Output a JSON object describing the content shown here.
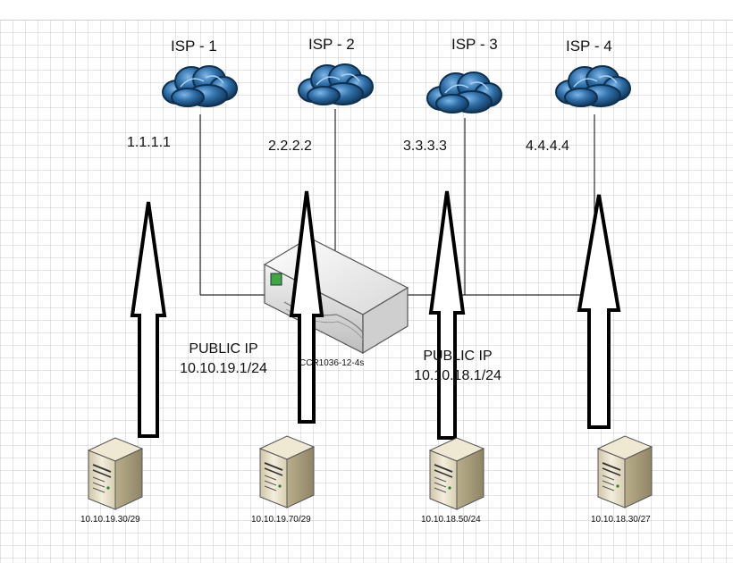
{
  "isps": [
    {
      "name": "ISP - 1",
      "ip": "1.1.1.1"
    },
    {
      "name": "ISP - 2",
      "ip": "2.2.2.2"
    },
    {
      "name": "ISP - 3",
      "ip": "3.3.3.3"
    },
    {
      "name": "ISP - 4",
      "ip": "4.4.4.4"
    }
  ],
  "router": {
    "label": "CCR1036-12-4s"
  },
  "public_ips": [
    {
      "title": "PUBLIC IP",
      "subnet": "10.10.19.1/24"
    },
    {
      "title": "PUBLIC IP",
      "subnet": "10.10.18.1/24"
    }
  ],
  "servers": [
    {
      "ip": "10.10.19.30/29"
    },
    {
      "ip": "10.10.19.70/29"
    },
    {
      "ip": "10.10.18.50/24"
    },
    {
      "ip": "10.10.18.30/27"
    }
  ],
  "colors": {
    "cloud": "#2f6fa8",
    "cloud_dark": "#0d2f50",
    "line": "#000000",
    "server": "#e4dcc4"
  }
}
